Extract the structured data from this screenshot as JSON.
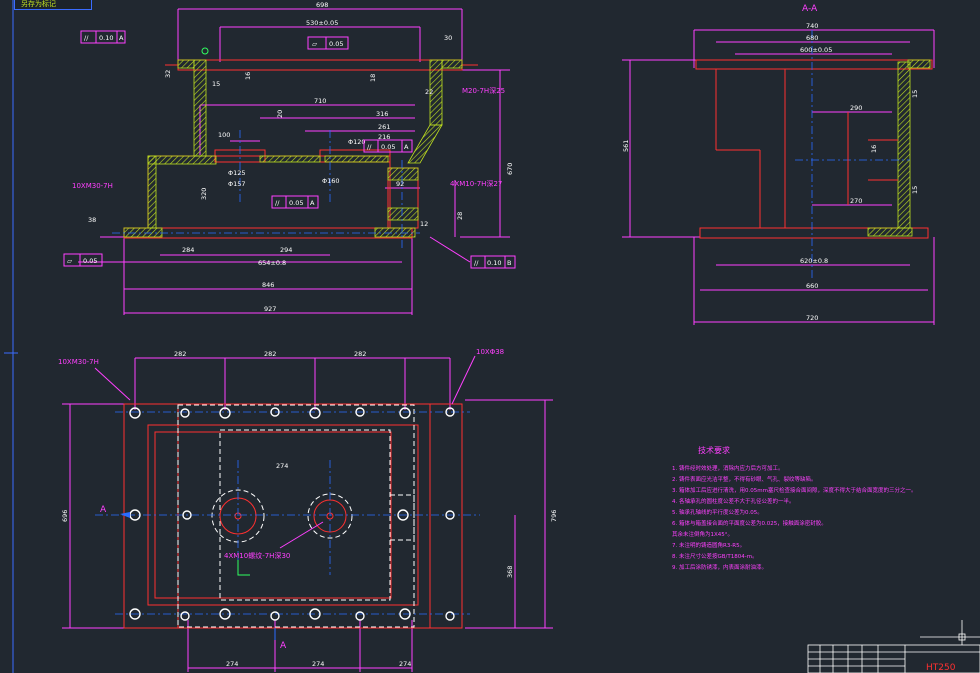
{
  "header_tab": {
    "label": "另存为标记"
  },
  "colors": {
    "bg": "#212830",
    "outline": "#ff3030",
    "dim": "#ff40ff",
    "center": "#2a6cff",
    "hatch": "#c0e020",
    "text": "#ffffff",
    "hole": "#ffffff"
  },
  "front_view": {
    "dims": [
      "698",
      "530±0.05",
      "710",
      "316",
      "261",
      "216",
      "100",
      "92",
      "294",
      "654±0.8",
      "846",
      "927",
      "320",
      "284",
      "670",
      "32",
      "38",
      "15",
      "18",
      "16",
      "20",
      "28",
      "22",
      "12",
      "30"
    ],
    "tol_frames": [
      {
        "sym": "//",
        "val": "0.10",
        "datum": "A"
      },
      {
        "sym": "▱",
        "val": "0.05",
        "datum": ""
      },
      {
        "sym": "//",
        "val": "0.05",
        "datum": "A"
      },
      {
        "sym": "//",
        "val": "0.05",
        "datum": "A"
      },
      {
        "sym": "▱",
        "val": "0.05",
        "datum": ""
      },
      {
        "sym": "//",
        "val": "0.10",
        "datum": "B"
      }
    ],
    "labels": [
      "M20-7H深25",
      "10XM30-7H",
      "4XM10-7H深27",
      "Φ125",
      "Φ157",
      "Φ160",
      "Φ120"
    ]
  },
  "section_view": {
    "title": "A-A",
    "dims": [
      "740",
      "680",
      "600±0.05",
      "561",
      "290",
      "270",
      "620±0.8",
      "660",
      "720",
      "15",
      "16",
      "15"
    ]
  },
  "plan_view": {
    "dims": [
      "282",
      "282",
      "282",
      "274",
      "274",
      "274",
      "274",
      "696",
      "796",
      "368"
    ],
    "labels": [
      "10XM30-7H",
      "10XΦ38",
      "4XM10螺纹-7H深30",
      "A",
      "A"
    ]
  },
  "tech_req": {
    "title": "技术要求",
    "items": [
      "1. 铸件经时效处理，消除内应力后方可加工。",
      "2. 铸件表面应光洁平整，不得有砂眼、气孔、裂纹等缺陷。",
      "3. 箱体加工后应进行清洗，用0.05mm塞尺检查接合面间隙，深度不得大于结合面宽度的三分之一。",
      "4. 各轴承孔的圆柱度公差不大于孔径公差的一半。",
      "5. 轴承孔轴线的平行度公差为0.05。",
      "6. 箱体与箱盖接合面的平面度公差为0.025，接触面涂密封胶。",
      "   其余未注倒角为1X45°。",
      "7. 未注明的铸造圆角R3-R5。",
      "8. 未注尺寸公差按GB/T1804-m。",
      "9. 加工后涂防锈漆，内表面涂耐油漆。"
    ]
  },
  "title_block": {
    "material": "HT250"
  }
}
